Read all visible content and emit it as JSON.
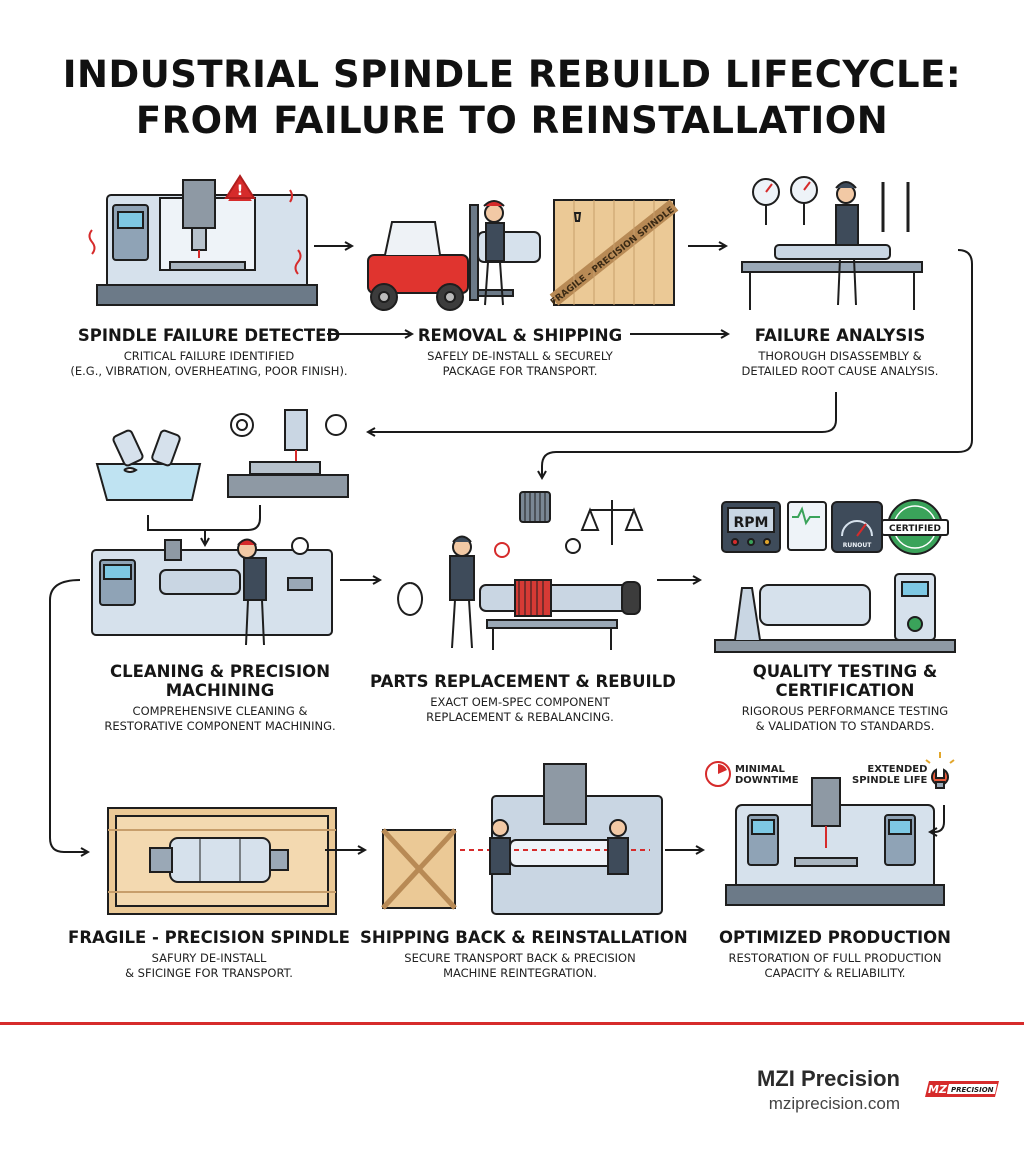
{
  "title": {
    "line1": "INDUSTRIAL SPINDLE REBUILD LIFECYCLE:",
    "line2": "FROM FAILURE TO REINSTALLATION"
  },
  "steps": [
    {
      "title": "SPINDLE FAILURE DETECTED",
      "desc1": "CRITICAL FAILURE IDENTIFIED",
      "desc2": "(e.g., VIBRATION, OVERHEATING, POOR FINISH)."
    },
    {
      "title": "REMOVAL & SHIPPING",
      "desc1": "SAFELY DE-INSTALL & SECURELY",
      "desc2": "PACKAGE FOR TRANSPORT."
    },
    {
      "title": "FAILURE ANALYSIS",
      "desc1": "THOROUGH DISASSEMBLY &",
      "desc2": "DETAILED ROOT CAUSE ANALYSIS."
    },
    {
      "title": "CLEANING & PRECISION",
      "title2": "MACHINING",
      "desc1": "COMPREHENSIVE CLEANING &",
      "desc2": "RESTORATIVE COMPONENT MACHINING."
    },
    {
      "title": "PARTS REPLACEMENT & REBUILD",
      "desc1": "EXACT OEM-SPEC COMPONENT",
      "desc2": "REPLACEMENT & REBALANCING."
    },
    {
      "title": "QUALITY TESTING &",
      "title2": "CERTIFICATION",
      "desc1": "RIGOROUS PERFORMANCE TESTING",
      "desc2": "& VALIDATION TO STANDARDS."
    },
    {
      "title": "FRAGILE - PRECISION SPINDLE",
      "desc1": "SAFURY DE-INSTALL",
      "desc2": "& SFICINGE FOR TRANSPORT."
    },
    {
      "title": "SHIPPING BACK & REINSTALLATION",
      "desc1": "SECURE TRANSPORT BACK & PRECISION",
      "desc2": "MACHINE REINTEGRATION."
    },
    {
      "title": "OPTIMIZED PRODUCTION",
      "desc1": "RESTORATION OF FULL PRODUCTION",
      "desc2": "CAPACITY & RELIABILITY."
    }
  ],
  "illustration_labels": {
    "crate_text": "FRAGILE - PRECISION SPINDLE",
    "rpm": "RPM",
    "runout": "RUNOUT",
    "certified": "CERTIFIED",
    "minimal_downtime_1": "MINIMAL",
    "minimal_downtime_2": "DOWNTIME",
    "extended_life_1": "EXTENDED",
    "extended_life_2": "SPINDLE LIFE"
  },
  "brand": {
    "name": "MZI Precision",
    "url": "mziprecision.com",
    "logo_text": "MZIPRECISION"
  },
  "colors": {
    "accent_red": "#d62b2b",
    "steel_blue": "#c9d6e3",
    "wood": "#e9c99a",
    "green_check": "#3aa35a"
  }
}
